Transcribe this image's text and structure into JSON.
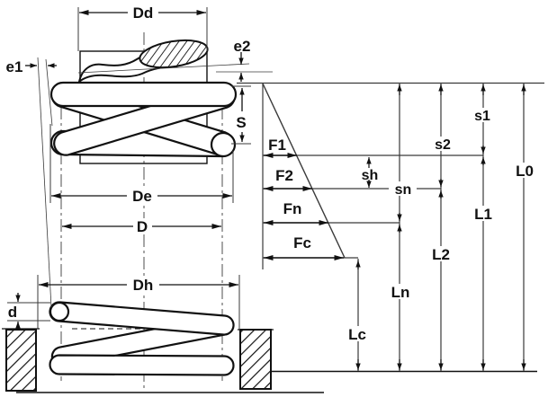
{
  "figure": {
    "description": "Technical diagram of a cylindrical compression spring: dimensional drawing (free and compressed state between plates) and load-deflection diagram",
    "colors": {
      "ink": "#111111",
      "thin_line": "#3a3a3a",
      "background": "#ffffff"
    }
  },
  "dims": {
    "Dd": "Dd",
    "De": "De",
    "D": "D",
    "Dh": "Dh",
    "d": "d",
    "S": "S",
    "e1": "e1",
    "e2": "e2"
  },
  "forces": {
    "F1": "F1",
    "F2": "F2",
    "Fn": "Fn",
    "Fc": "Fc"
  },
  "deflections": {
    "s1": "s1",
    "s2": "s2",
    "sh": "sh",
    "sn": "sn"
  },
  "lengths": {
    "L0": "L0",
    "L1": "L1",
    "L2": "L2",
    "Ln": "Ln",
    "Lc": "Lc"
  }
}
